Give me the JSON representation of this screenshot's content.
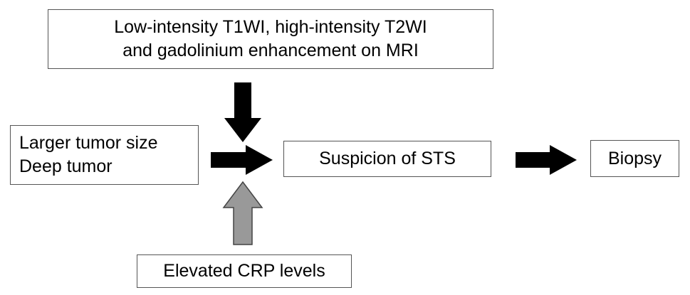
{
  "diagram": {
    "mri_box": {
      "line1": "Low-intensity T1WI, high-intensity T2WI",
      "line2": "and gadolinium enhancement on MRI"
    },
    "size_box": {
      "line1": "Larger tumor size",
      "line2": "Deep tumor"
    },
    "suspicion_box": {
      "label": "Suspicion of STS"
    },
    "biopsy_box": {
      "label": "Biopsy"
    },
    "crp_box": {
      "label": "Elevated CRP levels"
    },
    "colors": {
      "arrow_dark": "#000000",
      "arrow_gray": "#999999",
      "box_border": "#555555"
    }
  }
}
